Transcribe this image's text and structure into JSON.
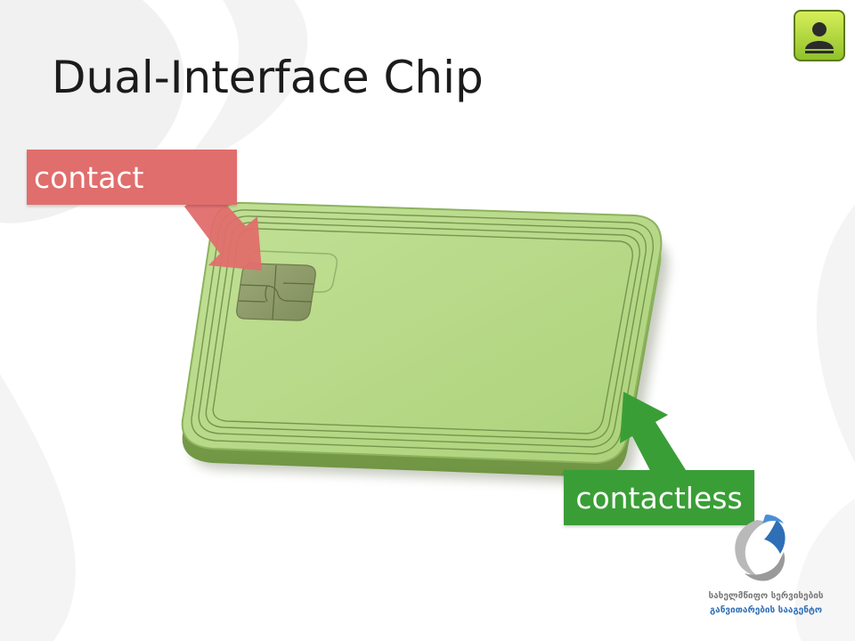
{
  "slide": {
    "title": "Dual-Interface Chip",
    "labels": {
      "contact": "contact",
      "contactless": "contactless"
    },
    "colors": {
      "contact_label": "#e06e6c",
      "contactless_label": "#3a9e36",
      "card": "#b8d98a",
      "card_edge": "#8cb25e",
      "chip": "#8f9c6a",
      "background_swirl": "#efefef"
    },
    "icons": {
      "corner": "user-icon",
      "logo": "agency-logo"
    },
    "logo": {
      "line1": "სახელმწიფო სერვისების",
      "line2": "განვითარების სააგენტო"
    }
  }
}
